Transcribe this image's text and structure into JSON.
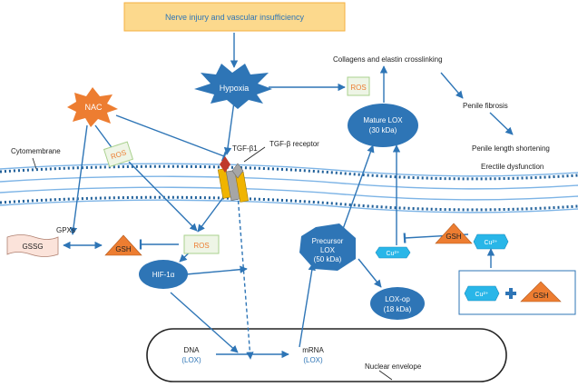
{
  "diagram": {
    "top_box": "Nerve injury and vascular insufficiency",
    "hypoxia": "Hypoxia",
    "nac": "NAC",
    "ros_top": "ROS",
    "ros_left": "ROS",
    "ros_mid": "ROS",
    "tgf_b1": "TGF-β1",
    "tgf_receptor": "TGF-β receptor",
    "cytomembrane": "Cytomembrane",
    "collagens": "Collagens and elastin crosslinking",
    "penile_fibrosis": "Penile fibrosis",
    "penile_length": "Penile length shortening",
    "erectile": "Erectile dysfunction",
    "mature_lox_1": "Mature LOX",
    "mature_lox_2": "(30 kDa)",
    "precursor_1": "Precursor",
    "precursor_2": "LOX",
    "precursor_3": "(50 kDa)",
    "lox_op_1": "LOX-op",
    "lox_op_2": "(18 kDa)",
    "hif": "HIF-1α",
    "gssg": "GSSG",
    "gpxs": "GPXs",
    "gsh_left": "GSH",
    "gsh_right": "GSH",
    "gsh_box": "GSH",
    "cu_mid": "Cu²⁺",
    "cu_right": "Cu²⁺",
    "cu_box": "Cu²⁺",
    "dna": "DNA",
    "dna_sub": "(LOX)",
    "mrna": "mRNA",
    "mrna_sub": "(LOX)",
    "nuclear_envelope": "Nuclear envelope"
  },
  "colors": {
    "arrow": "#2e75b6",
    "blue_node": "#2e75b6",
    "orange": "#ed7d31",
    "top_box": "#fcd98d",
    "ros_fill": "#eef5e6",
    "ros_stroke": "#a9d18e",
    "cu_fill": "#29b6e8",
    "tgf_red": "#c0392b"
  }
}
